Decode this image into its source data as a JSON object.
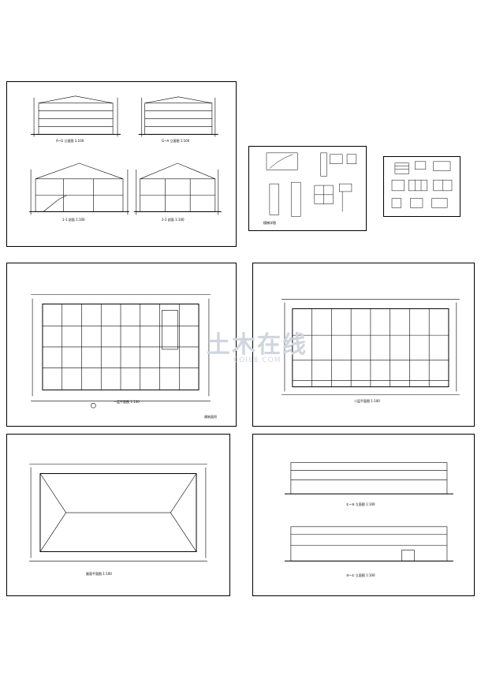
{
  "sheets": {
    "sections": {
      "caption_1": "A~G 立面图  1:100",
      "caption_2": "G~A 立面图  1:100",
      "caption_3": "1-1 剖面  1:100",
      "caption_4": "2-2 剖面  1:100"
    },
    "details": {
      "caption": "楼梯详图"
    },
    "details_small": {
      "caption": ""
    },
    "floor1": {
      "caption": "一层平面图  1:100",
      "note": "建筑面积"
    },
    "floor2": {
      "caption": "二层平面图  1:100"
    },
    "roof": {
      "caption": "屋面平面图  1:100"
    },
    "elevations": {
      "caption_1": "①~⑩ 立面图  1:100",
      "caption_2": "⑩~① 立面图  1:100"
    }
  },
  "watermark": {
    "main": "土木在线",
    "sub": "COI88.COM"
  },
  "colors": {
    "line": "#000000",
    "paper": "#ffffff",
    "watermark": "#cfd6de"
  }
}
